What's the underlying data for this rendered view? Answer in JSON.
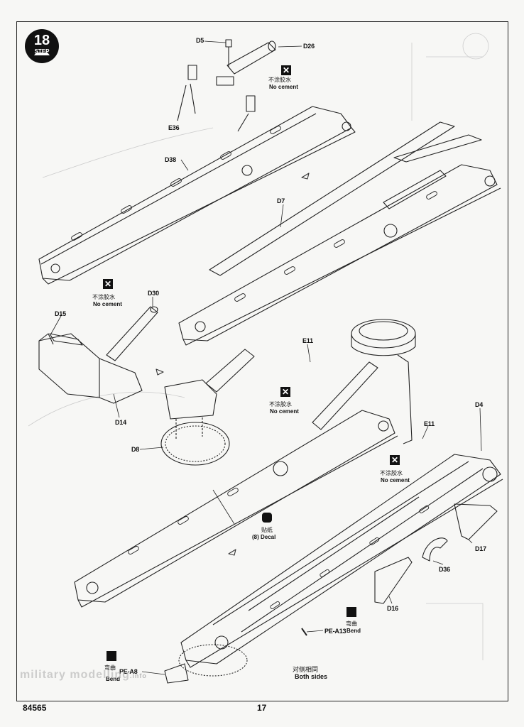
{
  "step": {
    "number": "18",
    "label": "STEP"
  },
  "parts": {
    "d5": "D5",
    "d26": "D26",
    "e36": "E36",
    "d38": "D38",
    "d7": "D7",
    "d30": "D30",
    "d15": "D15",
    "d14": "D14",
    "d8": "D8",
    "e11a": "E11",
    "e11b": "E11",
    "d4": "D4",
    "d17": "D17",
    "d36": "D36",
    "d16": "D16",
    "pe_a13": "PE-A13",
    "pe_a8": "PE-A8"
  },
  "notes": {
    "no_cement_cn": "不涂胶水",
    "no_cement_en": "No cement",
    "decal_cn": "贴纸",
    "decal_en": "(8) Decal",
    "bend_cn": "弯曲",
    "bend_en": "Bend",
    "both_sides_cn": "对侧相同",
    "both_sides_en": "Both sides"
  },
  "footer": {
    "kit_number": "84565",
    "page_number": "17"
  },
  "watermark": {
    "main": "military modelling",
    "suffix": ".info"
  }
}
